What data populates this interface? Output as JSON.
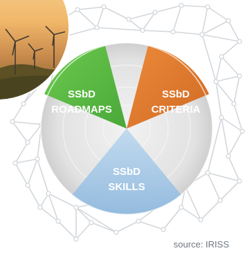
{
  "segments": [
    {
      "key": "roadmaps",
      "line1": "SSbD",
      "line2": "ROADMAPS",
      "color": "#5cbf45"
    },
    {
      "key": "criteria",
      "line1": "SSbD",
      "line2": "CRITERIA",
      "color": "#e07a2f"
    },
    {
      "key": "skills",
      "line1": "SSbD",
      "line2": "SKILLS",
      "color": "#a9cbe8"
    }
  ],
  "colors": {
    "wheel_base": "#e4e4e4",
    "network_lines": "#d3d7db",
    "network_nodes": "#ffffff"
  },
  "photo": {
    "subject": "wind turbines at sunset"
  },
  "source": "source: IRISS"
}
